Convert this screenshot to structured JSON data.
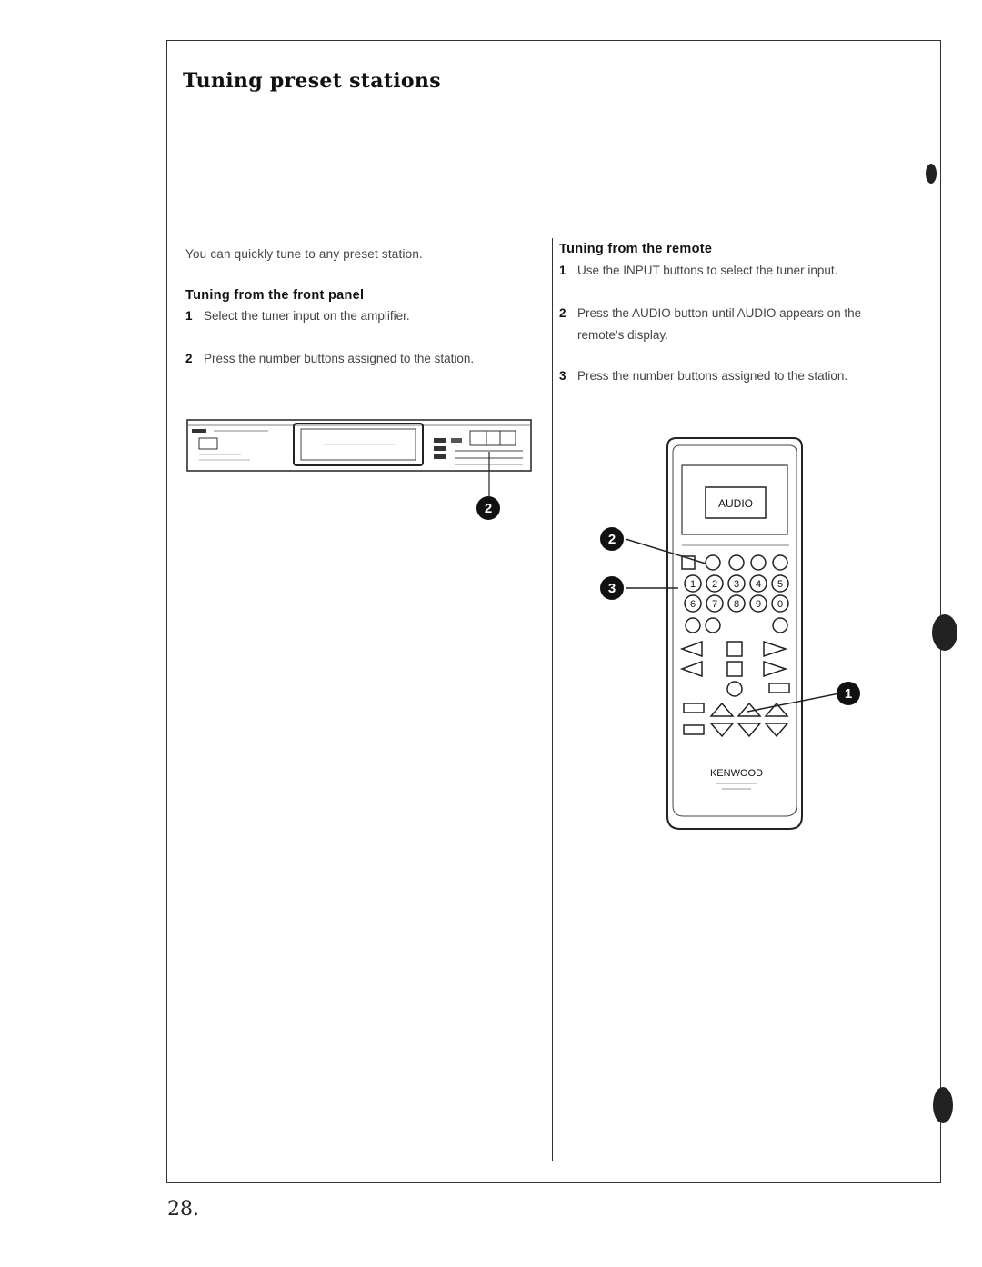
{
  "page": {
    "title": "Tuning preset stations",
    "page_number": "28."
  },
  "left_column": {
    "intro": "You can quickly tune to any preset station.",
    "heading": "Tuning from the front panel",
    "steps": [
      {
        "num": "1",
        "text": "Select the tuner input on the amplifier."
      },
      {
        "num": "2",
        "text": "Press the number buttons assigned to the station."
      }
    ],
    "illustration_callout": "2"
  },
  "right_column": {
    "heading": "Tuning from the remote",
    "steps": [
      {
        "num": "1",
        "text": "Use the INPUT buttons to select the tuner input."
      },
      {
        "num": "2",
        "text": "Press the AUDIO button until AUDIO appears on the remote's display."
      },
      {
        "num": "3",
        "text": "Press the number buttons assigned to the station."
      }
    ],
    "remote": {
      "display_text": "AUDIO",
      "brand": "KENWOOD",
      "number_keys": [
        "1",
        "2",
        "3",
        "4",
        "5",
        "6",
        "7",
        "8",
        "9",
        "0"
      ],
      "callouts": [
        "2",
        "3",
        "1"
      ]
    }
  }
}
